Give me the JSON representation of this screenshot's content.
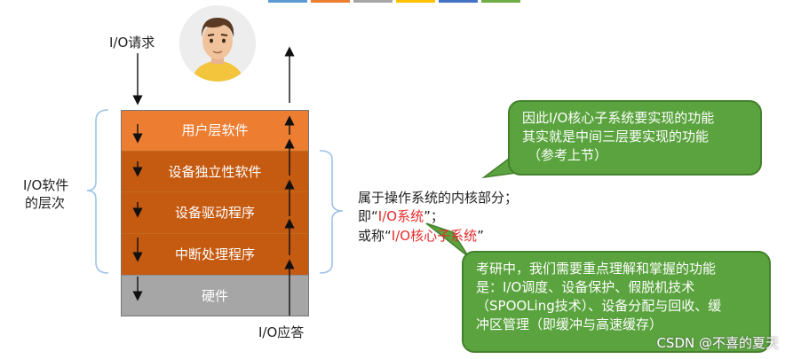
{
  "request_label": "I/O请求",
  "response_label": "I/O应答",
  "software_label_line1": "I/O软件",
  "software_label_line2": "的层次",
  "layers": [
    "用户层软件",
    "设备独立性软件",
    "设备驱动程序",
    "中断处理程序",
    "硬件"
  ],
  "kernel_note": {
    "line1": "属于操作系统的内核部分；",
    "line2_prefix": "即“",
    "line2_highlight": "I/O系统",
    "line2_suffix": "”；",
    "line3_prefix": "或称“",
    "line3_highlight": "I/O核心子系统",
    "line3_suffix": "”"
  },
  "callout_top": [
    "因此I/O核心子系统要实现的功能",
    "其实就是中间三层要实现的功能",
    "（参考上节）"
  ],
  "callout_bottom": [
    "考研中，我们需要重点理解和掌握的功能",
    "是：I/O调度、设备保护、假脱机技术",
    "（SPOOLing技术）、设备分配与回收、缓",
    "冲区管理（即缓冲与高速缓存）"
  ],
  "watermark": "CSDN @不喜的夏天",
  "colors": {
    "user_layer": "#ed7d31",
    "middle_layers": "#c55a11",
    "hardware": "#a6a6a6",
    "callout": "#5aa33e",
    "highlight": "#e52b2b",
    "bracket": "#9dc3e6"
  }
}
